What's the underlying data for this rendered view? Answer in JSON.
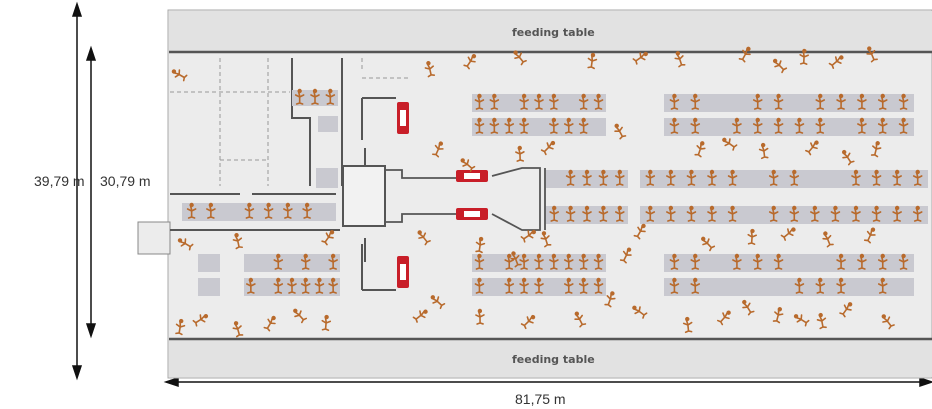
{
  "dimensions": {
    "outer_height": "39,79 m",
    "inner_height": "30,79 m",
    "width": "81,75 m"
  },
  "labels": {
    "feeding_table_top": "feeding table",
    "feeding_table_bottom": "feeding table",
    "left_room_top": "",
    "left_room_bottom": "",
    "entry_box": ""
  },
  "colors": {
    "barn_bg": "#ececec",
    "feeding_table_bg": "#e2e2e2",
    "stall": "#c9c9d0",
    "cow": "#b86a2c",
    "robot": "#c81e28",
    "wall": "#555555",
    "dim_line": "#111111"
  },
  "icons": {
    "cow": "cow-icon",
    "robot": "milking-robot-icon"
  }
}
